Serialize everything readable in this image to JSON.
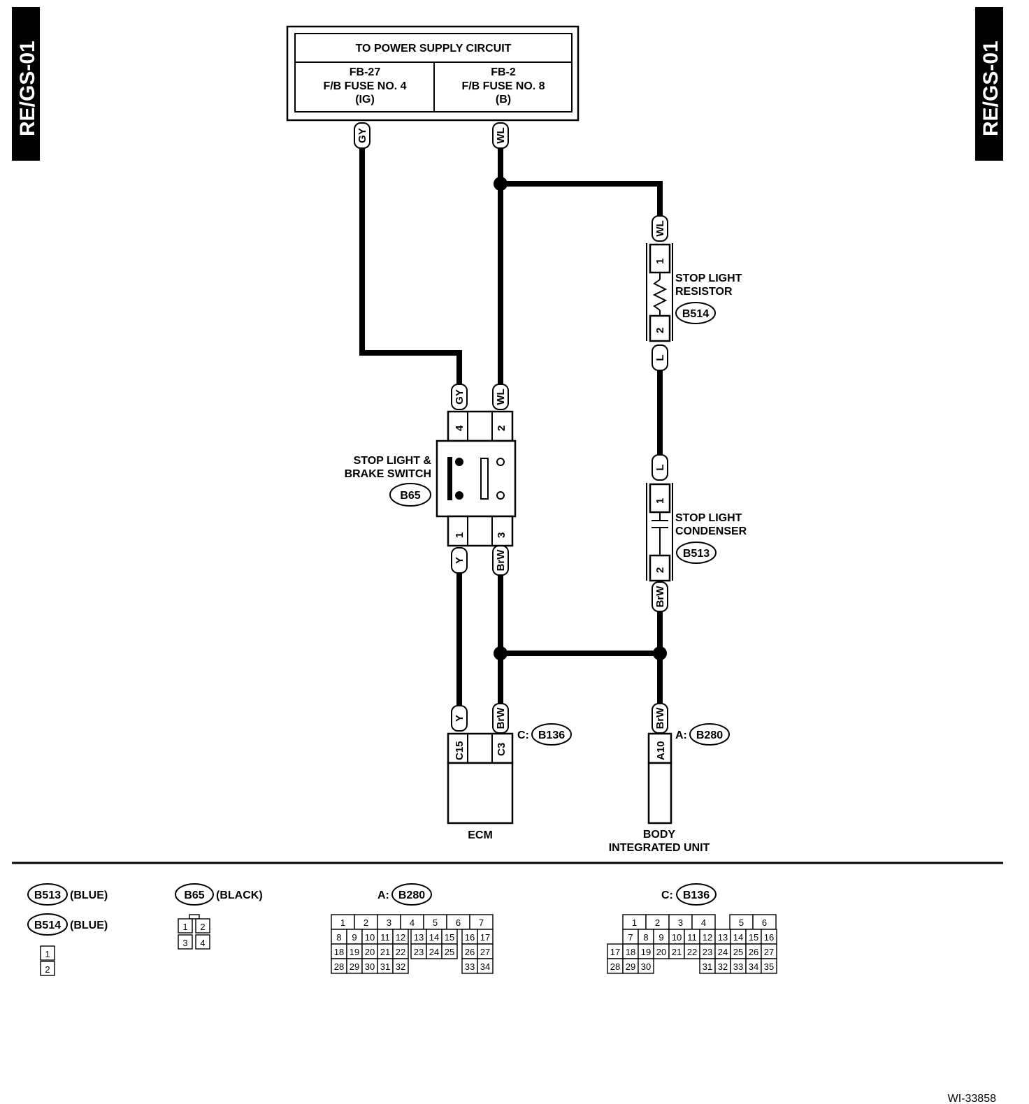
{
  "side_tabs": {
    "left": "RE/GS-01",
    "right": "RE/GS-01"
  },
  "power_supply": {
    "title": "TO POWER SUPPLY CIRCUIT",
    "left": {
      "line1": "FB-27",
      "line2": "F/B FUSE NO. 4",
      "line3": "(IG)"
    },
    "right": {
      "line1": "FB-2",
      "line2": "F/B FUSE NO. 8",
      "line3": "(B)"
    }
  },
  "wires": {
    "gy": "GY",
    "wl": "WL",
    "y": "Y",
    "brw": "BrW",
    "l": "L"
  },
  "brake_switch": {
    "label1": "STOP LIGHT &",
    "label2": "BRAKE SWITCH",
    "connector": "B65",
    "pins_top": [
      "4",
      "2"
    ],
    "pins_bottom": [
      "1",
      "3"
    ]
  },
  "resistor": {
    "label1": "STOP LIGHT",
    "label2": "RESISTOR",
    "connector": "B514",
    "pins": [
      "1",
      "2"
    ]
  },
  "condenser": {
    "label1": "STOP LIGHT",
    "label2": "CONDENSER",
    "connector": "B513",
    "pins": [
      "1",
      "2"
    ]
  },
  "ecm": {
    "label": "ECM",
    "prefix": "C:",
    "connector": "B136",
    "pins": [
      "C15",
      "C3"
    ]
  },
  "biu": {
    "label1": "BODY",
    "label2": "INTEGRATED UNIT",
    "prefix": "A:",
    "connector": "B280",
    "pin": "A10"
  },
  "legend": {
    "b513": {
      "connector": "B513",
      "color": "(BLUE)"
    },
    "b514": {
      "connector": "B514",
      "color": "(BLUE)"
    },
    "b514_pins": [
      "1",
      "2"
    ],
    "b65": {
      "connector": "B65",
      "color": "(BLACK)"
    },
    "b65_pins": [
      "1",
      "2",
      "3",
      "4"
    ],
    "b280": {
      "prefix": "A:",
      "connector": "B280",
      "rows": [
        [
          "1",
          "2",
          "3",
          "4",
          "5",
          "6",
          "7"
        ],
        [
          "8",
          "9",
          "10",
          "11",
          "12",
          "13",
          "14",
          "15",
          "16",
          "17"
        ],
        [
          "18",
          "19",
          "20",
          "21",
          "22",
          "23",
          "24",
          "25",
          "26",
          "27"
        ],
        [
          "28",
          "29",
          "30",
          "31",
          "32",
          "33",
          "34"
        ]
      ]
    },
    "b136": {
      "prefix": "C:",
      "connector": "B136",
      "rows": [
        [
          "1",
          "2",
          "3",
          "4",
          "5",
          "6"
        ],
        [
          "7",
          "8",
          "9",
          "10",
          "11",
          "12",
          "13",
          "14",
          "15",
          "16"
        ],
        [
          "17",
          "18",
          "19",
          "20",
          "21",
          "22",
          "23",
          "24",
          "25",
          "26",
          "27"
        ],
        [
          "28",
          "29",
          "30",
          "31",
          "32",
          "33",
          "34",
          "35"
        ]
      ]
    }
  },
  "figure_id": "WI-33858"
}
